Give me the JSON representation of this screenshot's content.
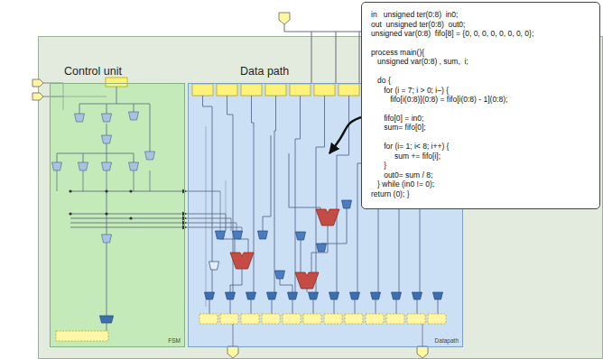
{
  "diagram": {
    "nodes": [
      {
        "text": [
          "Control unit",
          "FSM"
        ]
      },
      {
        "text": [
          "Data path",
          "Datapath"
        ]
      },
      {
        "text": [
          "in   unsigned ter(0:8)  in0;",
          "out  unsigned ter(0:8)  out0;",
          "unsigned var(0:8)  fifo[8] = {0, 0, 0, 0, 0, 0, 0, 0};",
          "process main(){",
          "   unsigned var(0:8) , sum,  i;",
          "   do {",
          "      for (i = 7; i > 0; i–) {",
          "         fifo[i(0:8)](0:8) = fifo[i(0:8) - 1](0:8);",
          "      fifo[0] = in0;",
          "      sum= fifo[0];",
          "      for (i= 1; i< 8; i++) {",
          "           sum += fifo[i];",
          "      }",
          "      out0= sum / 8;",
          "   } while (in0 != 0);",
          "return (0); }"
        ]
      }
    ],
    "edges": [
      {
        "from": 2,
        "to": 1,
        "arrow": "to"
      }
    ]
  }
}
